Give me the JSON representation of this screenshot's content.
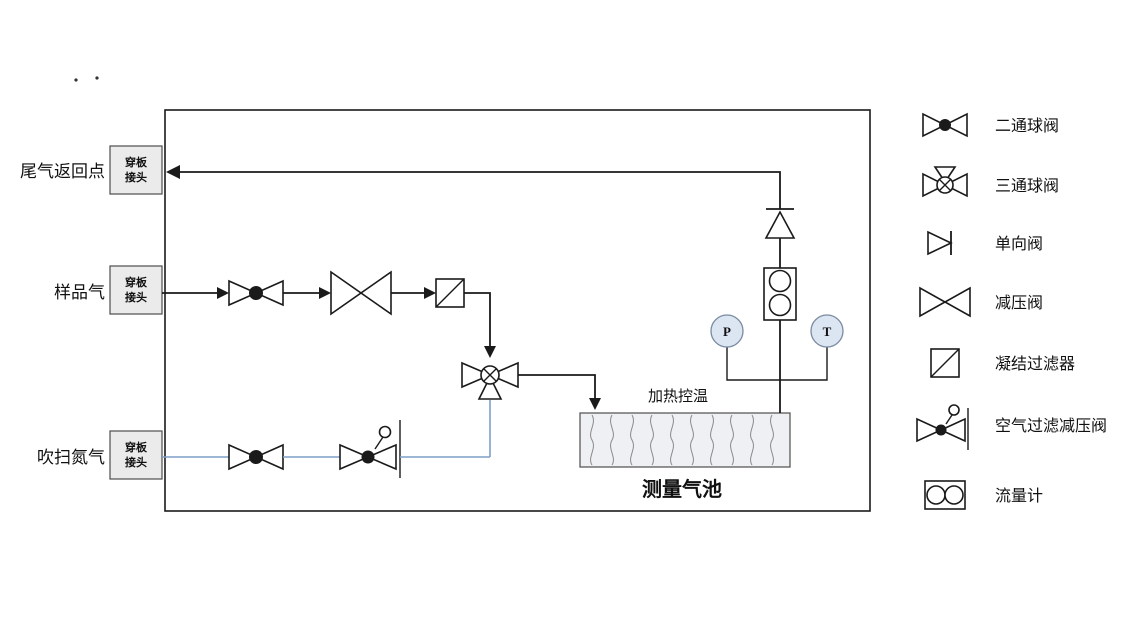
{
  "colors": {
    "line": "#1a1a1a",
    "nitrogen_line": "#7f9fc6",
    "connector_fill": "#ebebeb",
    "gauge_fill": "#dce6f2",
    "cell_fill": "#eef0f4",
    "cell_wave": "#8a8a8a"
  },
  "diagram": {
    "ports": [
      {
        "label": "尾气返回点",
        "connector_line1": "穿板",
        "connector_line2": "接头"
      },
      {
        "label": "样品气",
        "connector_line1": "穿板",
        "connector_line2": "接头"
      },
      {
        "label": "吹扫氮气",
        "connector_line1": "穿板",
        "connector_line2": "接头"
      }
    ],
    "heater_label": "加热控温",
    "cell_label": "测量气池",
    "gauge_pressure": "P",
    "gauge_temperature": "T"
  },
  "legend": {
    "items": [
      {
        "label": "二通球阀"
      },
      {
        "label": "三通球阀"
      },
      {
        "label": "单向阀"
      },
      {
        "label": "减压阀"
      },
      {
        "label": "凝结过滤器"
      },
      {
        "label": "空气过滤减压阀"
      },
      {
        "label": "流量计"
      }
    ]
  }
}
